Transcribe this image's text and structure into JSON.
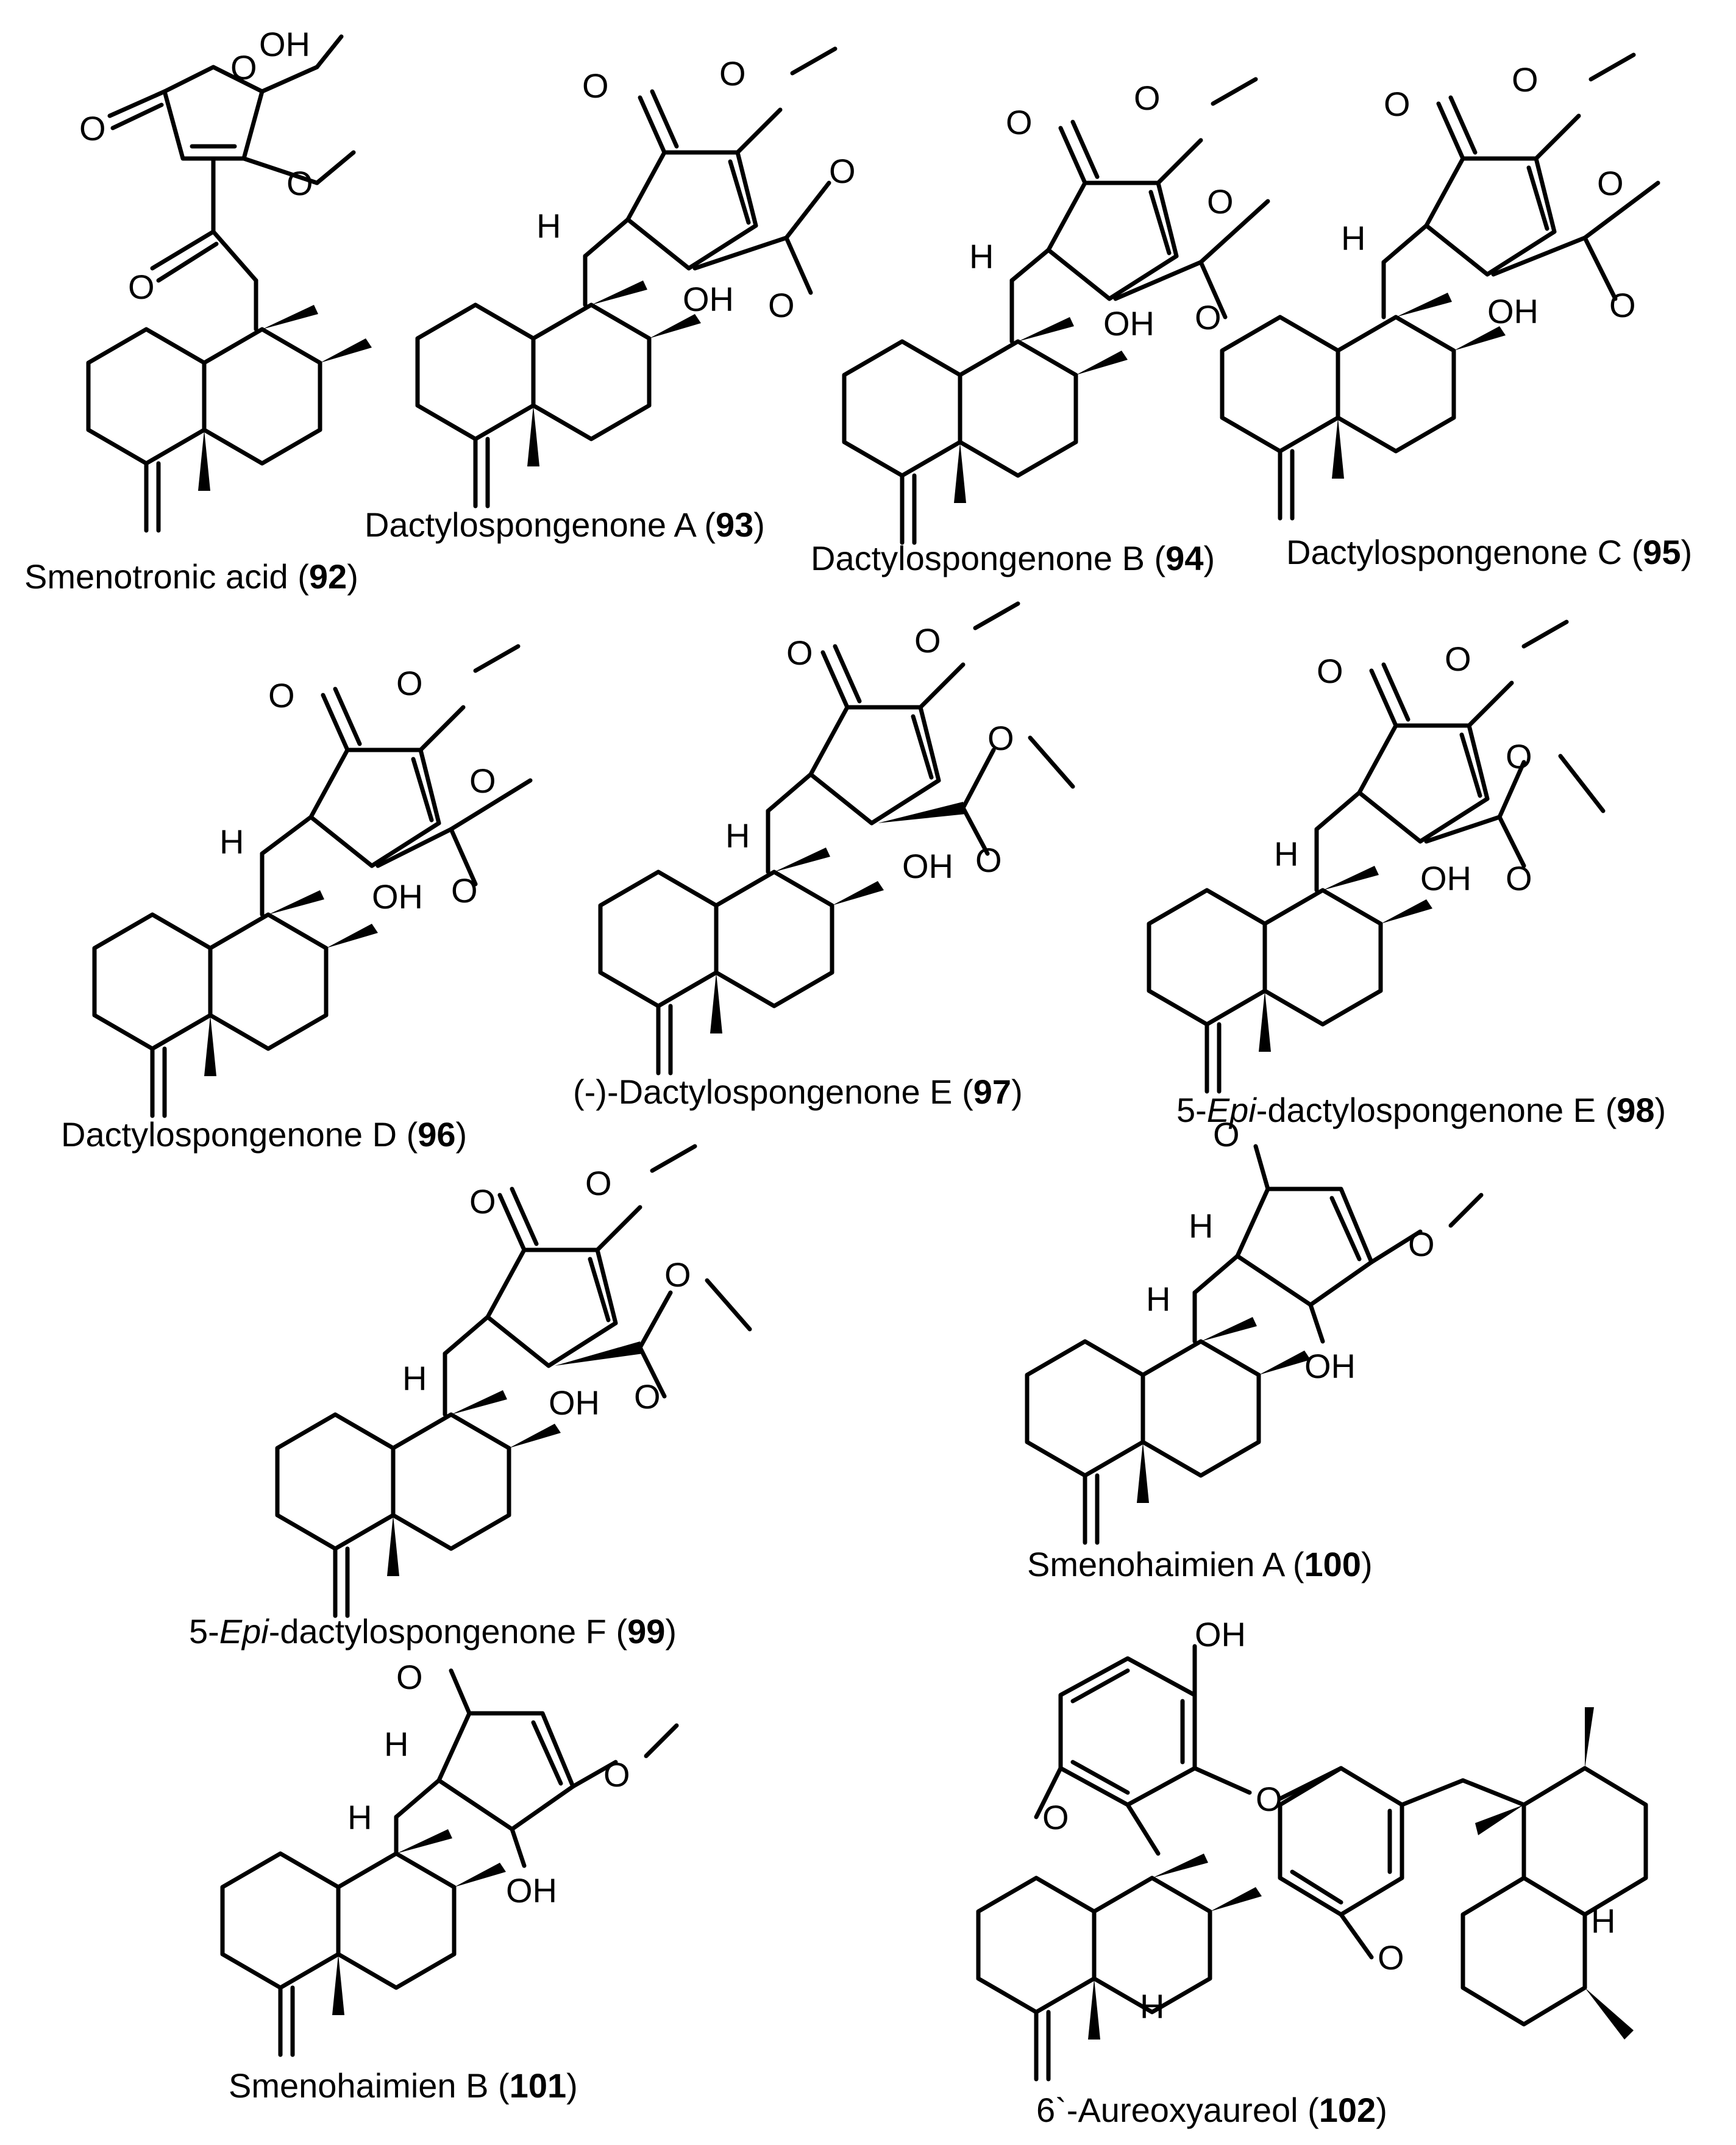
{
  "compounds": [
    {
      "name": "Smenotronic acid",
      "number": "92"
    },
    {
      "name": "Dactylospongenone A",
      "number": "93"
    },
    {
      "name": "Dactylospongenone B",
      "number": "94"
    },
    {
      "name": "Dactylospongenone C",
      "number": "95"
    },
    {
      "name": "Dactylospongenone D",
      "number": "96"
    },
    {
      "name": "(-)-Dactylospongenone E",
      "number": "97"
    },
    {
      "prefix": "5-",
      "italic": "Epi",
      "name": "-dactylospongenone E",
      "number": "98"
    },
    {
      "prefix": "5-",
      "italic": "Epi",
      "name": "-dactylospongenone F",
      "number": "99"
    },
    {
      "name": "Smenohaimien A",
      "number": "100"
    },
    {
      "name": "Smenohaimien B",
      "number": "101"
    },
    {
      "name": "6`-Aureoxyaureol",
      "number": "102"
    }
  ],
  "atoms": {
    "O": "O",
    "OH": "OH",
    "H": "H"
  }
}
